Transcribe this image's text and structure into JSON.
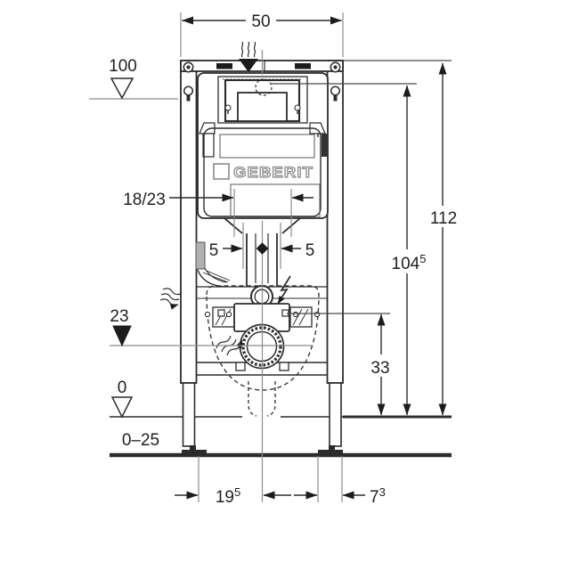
{
  "drawing": {
    "brand": "GEBERIT",
    "labels": {
      "frame_width": "50",
      "level_top": "100",
      "flush_pipe": "18/23",
      "offset_left": "5",
      "offset_right": "5",
      "level_outlet": "23",
      "level_floor": "0",
      "floor_buildup": "0–25",
      "height_total": "112",
      "height_cistern_main": "104",
      "height_cistern_sup": "5",
      "outlet_height": "33",
      "bottom_center_main": "19",
      "bottom_center_sup": "5",
      "bottom_right_main": "7",
      "bottom_right_sup": "3"
    },
    "line_color": "#2c2c2c",
    "ref_line_color": "#8c8c8c"
  }
}
